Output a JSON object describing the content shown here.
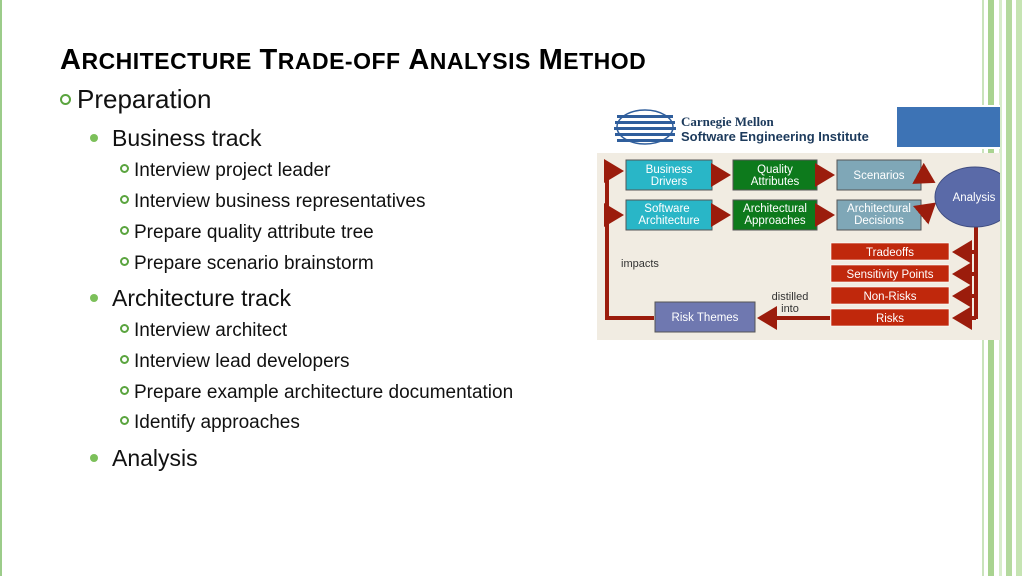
{
  "slide": {
    "title_words": [
      {
        "first": "A",
        "rest": "rchitecture"
      },
      {
        "first": "T",
        "rest": "rade-off"
      },
      {
        "first": "A",
        "rest": "nalysis"
      },
      {
        "first": "M",
        "rest": "ethod"
      }
    ],
    "outline": {
      "level1": "Preparation",
      "business": {
        "label": "Business track",
        "items": [
          "Interview project leader",
          "Interview business representatives",
          "Prepare quality attribute tree",
          "Prepare scenario brainstorm"
        ]
      },
      "architecture": {
        "label": "Architecture track",
        "items": [
          "Interview architect",
          "Interview lead developers",
          "Prepare example architecture documentation",
          "Identify approaches"
        ]
      },
      "analysis": "Analysis"
    },
    "accent_colors": {
      "bullet": "#5aa43e",
      "bullet_fill": "#7cc05a"
    }
  },
  "figure": {
    "logo": {
      "line1": "Carnegie Mellon",
      "line2": "Software Engineering Institute"
    },
    "boxes": {
      "business_drivers": [
        "Business",
        "Drivers"
      ],
      "quality_attributes": [
        "Quality",
        "Attributes"
      ],
      "scenarios": [
        "Scenarios"
      ],
      "software_architecture": [
        "Software",
        "Architecture"
      ],
      "architectural_approaches": [
        "Architectural",
        "Approaches"
      ],
      "architectural_decisions": [
        "Architectural",
        "Decisions"
      ],
      "analysis": "Analysis",
      "tradeoffs": "Tradeoffs",
      "sensitivity_points": "Sensitivity Points",
      "non_risks": "Non-Risks",
      "risks": "Risks",
      "risk_themes": "Risk Themes"
    },
    "labels": {
      "impacts": "impacts",
      "distilled": [
        "distilled",
        "into"
      ]
    },
    "colors": {
      "cyan": "#29b6c7",
      "green": "#0d7a1c",
      "grey": "#7fa7b7",
      "red": "#c0280c",
      "arrow": "#9b1c0c",
      "analysis": "#5a6aa8",
      "risk_themes": "#6f78b0",
      "panel": "#f1ece2",
      "banner": "#3d73b5"
    }
  }
}
